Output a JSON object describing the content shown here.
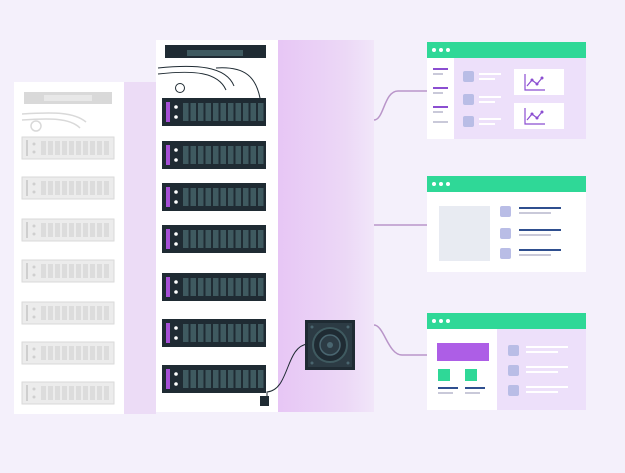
{
  "scene": {
    "colors": {
      "background": "#f4f0fb",
      "panel_white": "#ffffff",
      "lavender": "#ecdcf6",
      "server_dark": "#1f2b33",
      "server_slot": "#3f5a60",
      "server_accent": "#a64fd6",
      "titlebar_green": "#2fd897",
      "card_purple": "#ede0fa",
      "line_purple": "#b995c9",
      "chart_purple": "#8b4ed1",
      "text_line_blue": "#2f4f8f",
      "faded_gray": "#d9d9d9"
    },
    "background_rack": {
      "units": 7
    },
    "main_rack": {
      "units": 7
    },
    "fan": {
      "icon": "cooling-fan-icon"
    },
    "windows": [
      {
        "name": "dashboard-chart-window",
        "dots": 3,
        "chart_icon": "chart-icon"
      },
      {
        "name": "media-list-window",
        "dots": 3,
        "rows": 3
      },
      {
        "name": "form-window",
        "dots": 3,
        "rows": 3
      }
    ]
  }
}
